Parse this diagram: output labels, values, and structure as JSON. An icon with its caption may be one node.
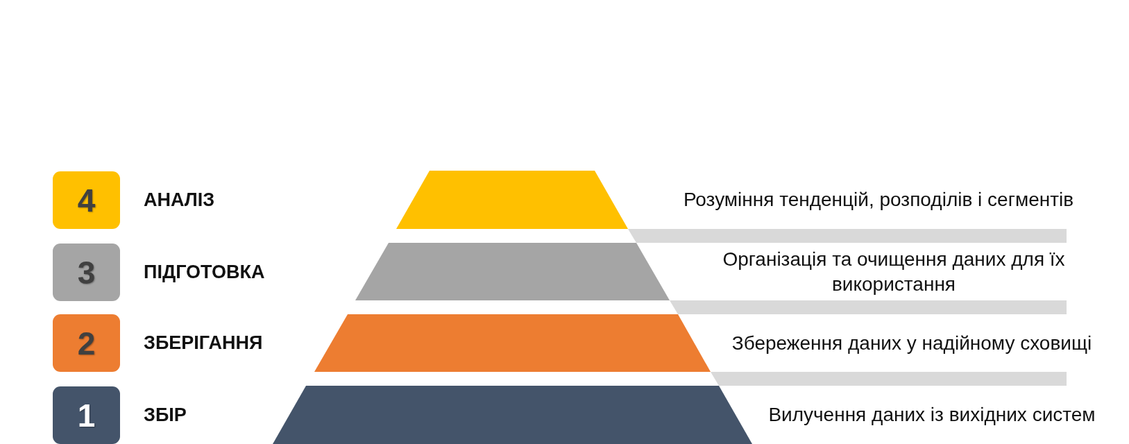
{
  "diagram": {
    "nodes": [
      {
        "text": [
          "4"
        ],
        "beside": [
          "АНАЛІЗ"
        ]
      },
      {
        "text": [],
        "shape": "trapezoid"
      },
      {
        "text": [],
        "shape": "bar"
      },
      {
        "text": [
          "3"
        ],
        "beside": [
          "ПІДГОТОВКА"
        ]
      },
      {
        "text": [],
        "shape": "trapezoid"
      },
      {
        "text": [],
        "shape": "bar"
      },
      {
        "text": [
          "2"
        ],
        "beside": [
          "ЗБЕРІГАННЯ"
        ]
      },
      {
        "text": [],
        "shape": "trapezoid"
      },
      {
        "text": [],
        "shape": "bar"
      },
      {
        "text": [
          "1"
        ],
        "beside": [
          "ЗБІР"
        ]
      },
      {
        "text": [],
        "shape": "trapezoid"
      }
    ],
    "labels": [
      "Розуміння тенденцій, розподілів і сегментів",
      "Організація та очищення даних для їх використання",
      "Збереження даних у надійному сховищі",
      "Вилучення даних із вихідних систем"
    ]
  }
}
